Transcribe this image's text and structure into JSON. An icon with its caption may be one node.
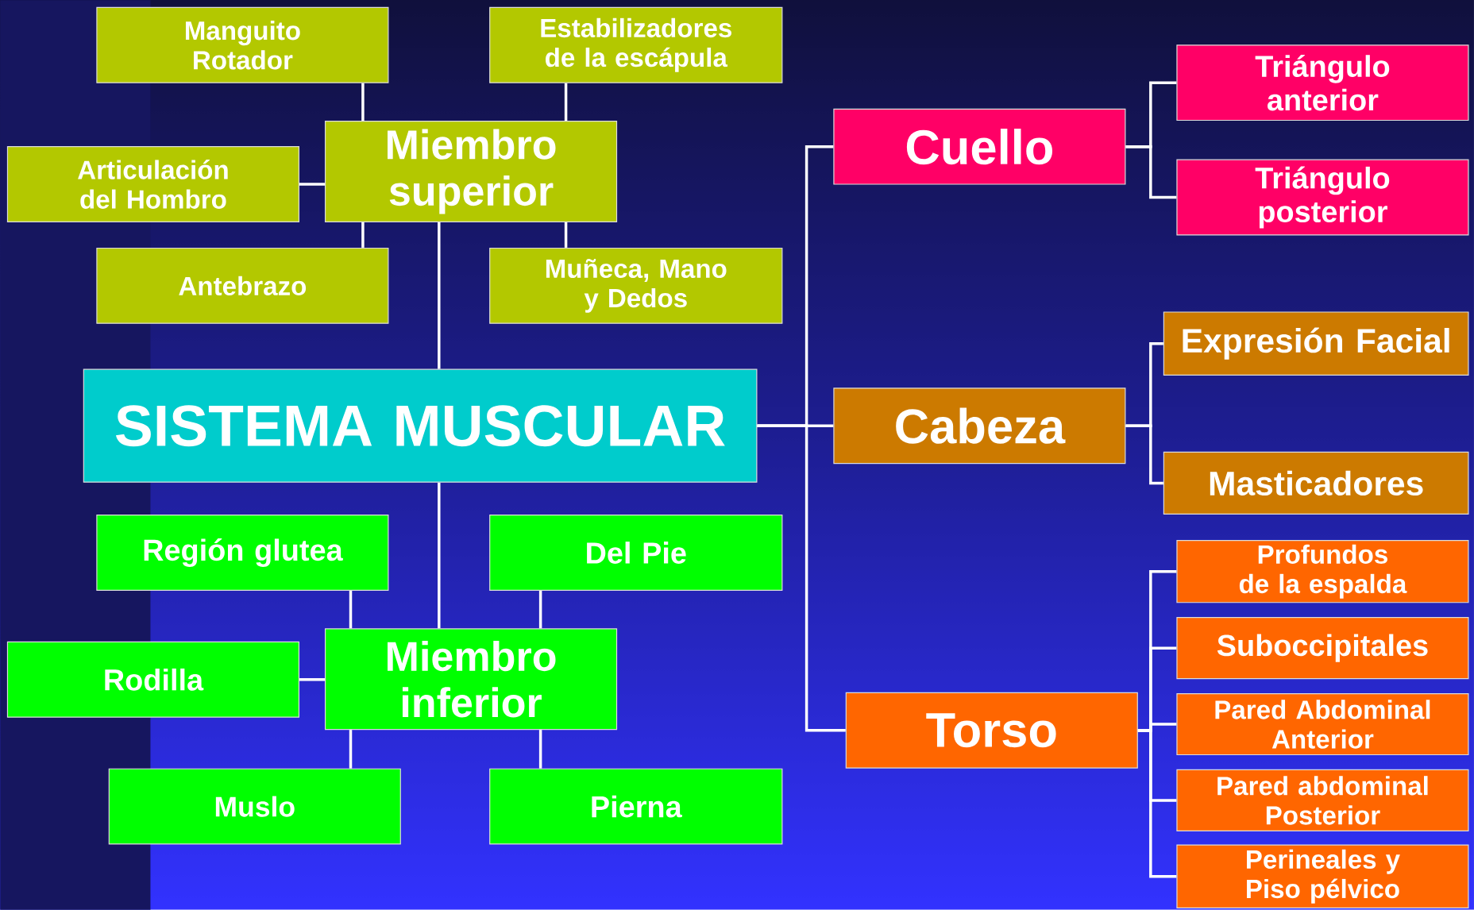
{
  "diagram": {
    "nodes": [
      {
        "text": [
          "SISTEMA MUSCULAR"
        ]
      },
      {
        "text": [
          "Miembro superior"
        ]
      },
      {
        "text": [
          "Manguito Rotador"
        ]
      },
      {
        "text": [
          "Estabilizadores de la escápula"
        ]
      },
      {
        "text": [
          "Articulación del Hombro"
        ]
      },
      {
        "text": [
          "Antebrazo"
        ]
      },
      {
        "text": [
          "Muñeca, Mano y Dedos"
        ]
      },
      {
        "text": [
          "Miembro inferior"
        ]
      },
      {
        "text": [
          "Región glutea"
        ]
      },
      {
        "text": [
          "Del Pie"
        ]
      },
      {
        "text": [
          "Rodilla"
        ]
      },
      {
        "text": [
          "Muslo"
        ]
      },
      {
        "text": [
          "Pierna"
        ]
      },
      {
        "text": [
          "Cuello"
        ]
      },
      {
        "text": [
          "Triángulo anterior"
        ]
      },
      {
        "text": [
          "Triángulo posterior"
        ]
      },
      {
        "text": [
          "Cabeza"
        ]
      },
      {
        "text": [
          "Expresión Facial"
        ]
      },
      {
        "text": [
          "Masticadores"
        ]
      },
      {
        "text": [
          "Torso"
        ]
      },
      {
        "text": [
          "Profundos de la espalda"
        ]
      },
      {
        "text": [
          "Suboccipitales"
        ]
      },
      {
        "text": [
          "Pared Abdominal Anterior"
        ]
      },
      {
        "text": [
          "Pared abdominal Posterior"
        ]
      },
      {
        "text": [
          "Perineales y Piso pélvico"
        ]
      }
    ],
    "edges": [
      {
        "from": 0,
        "to": 1,
        "arrow": "none"
      },
      {
        "from": 1,
        "to": 2,
        "arrow": "none"
      },
      {
        "from": 1,
        "to": 3,
        "arrow": "none"
      },
      {
        "from": 1,
        "to": 4,
        "arrow": "none"
      },
      {
        "from": 1,
        "to": 5,
        "arrow": "none"
      },
      {
        "from": 1,
        "to": 6,
        "arrow": "none"
      },
      {
        "from": 0,
        "to": 7,
        "arrow": "none"
      },
      {
        "from": 7,
        "to": 8,
        "arrow": "none"
      },
      {
        "from": 7,
        "to": 9,
        "arrow": "none"
      },
      {
        "from": 7,
        "to": 10,
        "arrow": "none"
      },
      {
        "from": 7,
        "to": 11,
        "arrow": "none"
      },
      {
        "from": 7,
        "to": 12,
        "arrow": "none"
      },
      {
        "from": 0,
        "to": 13,
        "arrow": "none"
      },
      {
        "from": 0,
        "to": 16,
        "arrow": "none"
      },
      {
        "from": 0,
        "to": 19,
        "arrow": "none"
      },
      {
        "from": 13,
        "to": 14,
        "arrow": "none"
      },
      {
        "from": 13,
        "to": 15,
        "arrow": "none"
      },
      {
        "from": 16,
        "to": 17,
        "arrow": "none"
      },
      {
        "from": 16,
        "to": 18,
        "arrow": "none"
      },
      {
        "from": 19,
        "to": 20,
        "arrow": "none"
      },
      {
        "from": 19,
        "to": 21,
        "arrow": "none"
      },
      {
        "from": 19,
        "to": 22,
        "arrow": "none"
      },
      {
        "from": 19,
        "to": 23,
        "arrow": "none"
      },
      {
        "from": 19,
        "to": 24,
        "arrow": "none"
      }
    ]
  }
}
